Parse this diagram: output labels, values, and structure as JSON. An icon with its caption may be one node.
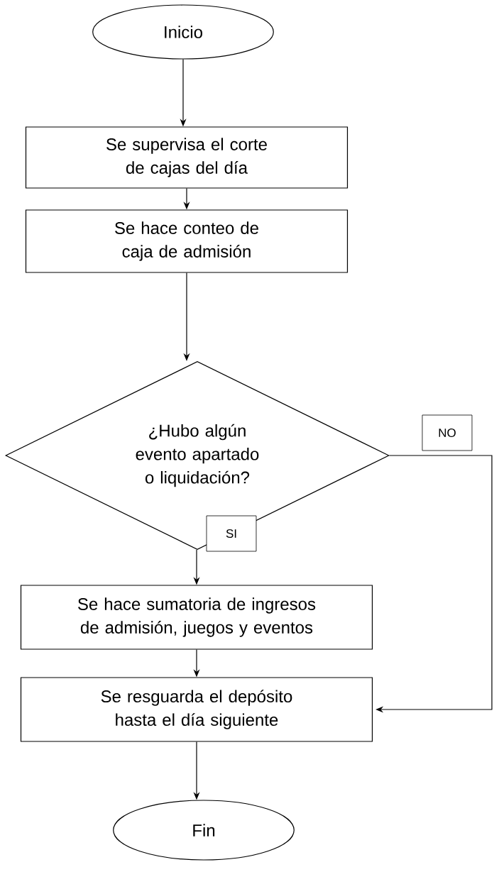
{
  "diagram": {
    "nodes": [
      {
        "text": [
          "Inicio"
        ]
      },
      {
        "text": [
          "Se supervisa el corte de cajas del día"
        ]
      },
      {
        "text": [
          "Se hace conteo de caja de admisión"
        ]
      },
      {
        "text": [
          "¿Hubo algún evento apartado o liquidación?"
        ]
      },
      {
        "text": [
          "Se hace sumatoria de ingresos de admisión, juegos y eventos"
        ]
      },
      {
        "text": [
          "Se resguarda el depósito hasta el día siguiente"
        ]
      },
      {
        "text": [
          "Fin"
        ]
      }
    ],
    "edges": [
      {
        "from": 0,
        "to": 1,
        "arrow": "to"
      },
      {
        "from": 1,
        "to": 2,
        "arrow": "to"
      },
      {
        "from": 2,
        "to": 3,
        "arrow": "to"
      },
      {
        "from": 3,
        "to": 4,
        "arrow": "to",
        "label": "SI"
      },
      {
        "from": 3,
        "to": 5,
        "arrow": "to",
        "label": "NO"
      },
      {
        "from": 4,
        "to": 5,
        "arrow": "to"
      },
      {
        "from": 5,
        "to": 6,
        "arrow": "to"
      }
    ]
  }
}
